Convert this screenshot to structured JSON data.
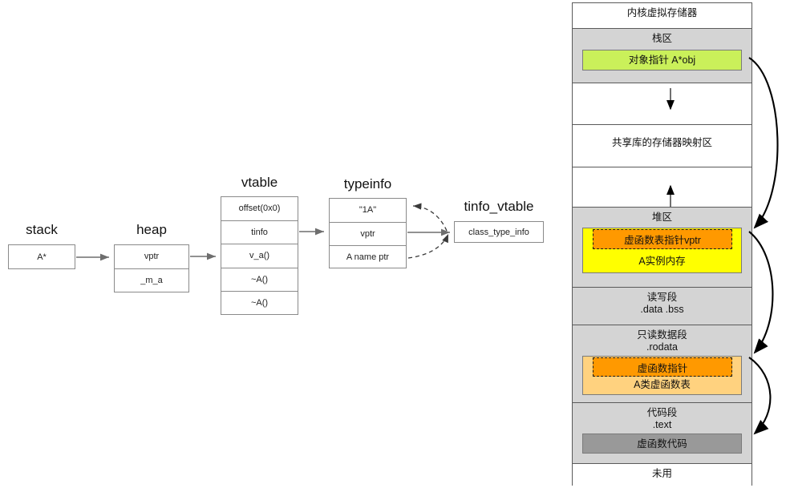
{
  "left_diagram": {
    "groups": [
      {
        "caption": "stack",
        "rows": [
          "A*"
        ]
      },
      {
        "caption": "heap",
        "rows": [
          "vptr",
          "_m_a"
        ]
      },
      {
        "caption": "vtable",
        "rows": [
          "offset(0x0)",
          "tinfo",
          "v_a()",
          "~A()",
          "~A()"
        ]
      },
      {
        "caption": "typeinfo",
        "rows": [
          "\"1A\"",
          "vptr",
          "A name ptr"
        ]
      },
      {
        "caption": "tinfo_vtable",
        "rows": [
          "class_type_info"
        ]
      }
    ]
  },
  "memory_map": {
    "segments": [
      {
        "name": "kernel",
        "label": "内核虚拟存储器",
        "shaded": false
      },
      {
        "name": "stack",
        "label": "栈区",
        "shaded": true
      },
      {
        "name": "gap-1",
        "label": "",
        "shaded": false
      },
      {
        "name": "shared-lib",
        "label": "共享库的存储器映射区",
        "shaded": false
      },
      {
        "name": "gap-2",
        "label": "",
        "shaded": false
      },
      {
        "name": "heap",
        "label": "堆区",
        "shaded": true
      },
      {
        "name": "rw-data",
        "label": "读写段\n.data .bss",
        "shaded": true
      },
      {
        "name": "rodata",
        "label": "只读数据段\n.rodata",
        "shaded": true
      },
      {
        "name": "text",
        "label": "代码段\n.text",
        "shaded": true
      },
      {
        "name": "unused",
        "label": "未用",
        "shaded": false
      }
    ],
    "chips": {
      "object_pointer": "对象指针 A*obj",
      "instance_memory": "A实例内存",
      "vptr_dashed": "虚函数表指针vptr",
      "vtable_block": "A类虚函数表",
      "vfunc_pointer_dashed": "虚函数指针",
      "vfunc_code": "虚函数代码"
    }
  },
  "colors": {
    "green": "#caf05a",
    "yellow": "#ffff00",
    "orange": "#ff9900",
    "light_orange": "#ffd27f",
    "dark_gray": "#999999",
    "segment_gray": "#d4d4d4",
    "outline": "#5a5a5a"
  }
}
